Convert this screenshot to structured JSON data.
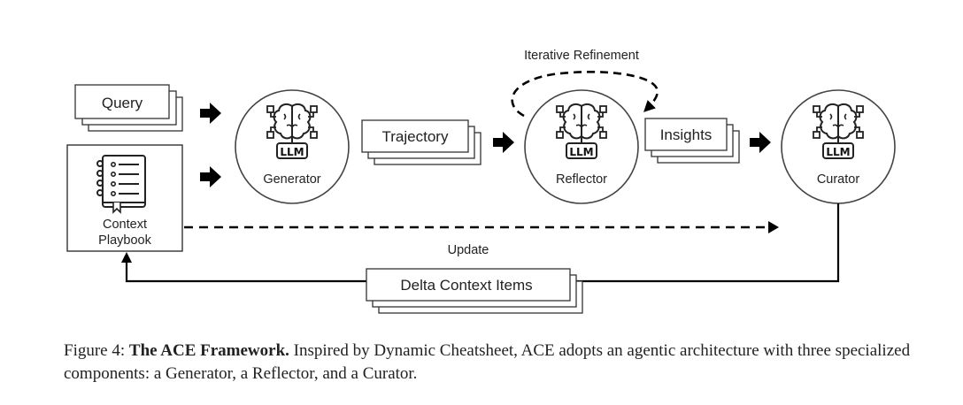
{
  "diagram": {
    "inputs": {
      "query": "Query",
      "playbook_line1": "Context",
      "playbook_line2": "Playbook"
    },
    "components": {
      "generator": "Generator",
      "reflector": "Reflector",
      "curator": "Curator",
      "llm_badge": "LLM"
    },
    "artifacts": {
      "trajectory": "Trajectory",
      "insights": "Insights",
      "delta": "Delta Context Items"
    },
    "labels": {
      "iterative_refinement": "Iterative Refinement",
      "update": "Update"
    },
    "icons": {
      "brain": "brain-circuit-icon",
      "notebook": "notebook-icon",
      "arrow": "arrow-right-icon"
    }
  },
  "caption": {
    "figure_label": "Figure 4:",
    "title": "The ACE Framework.",
    "text": "Inspired by Dynamic Cheatsheet, ACE adopts an agentic architecture with three specialized components: a Generator, a Reflector, and a Curator."
  }
}
